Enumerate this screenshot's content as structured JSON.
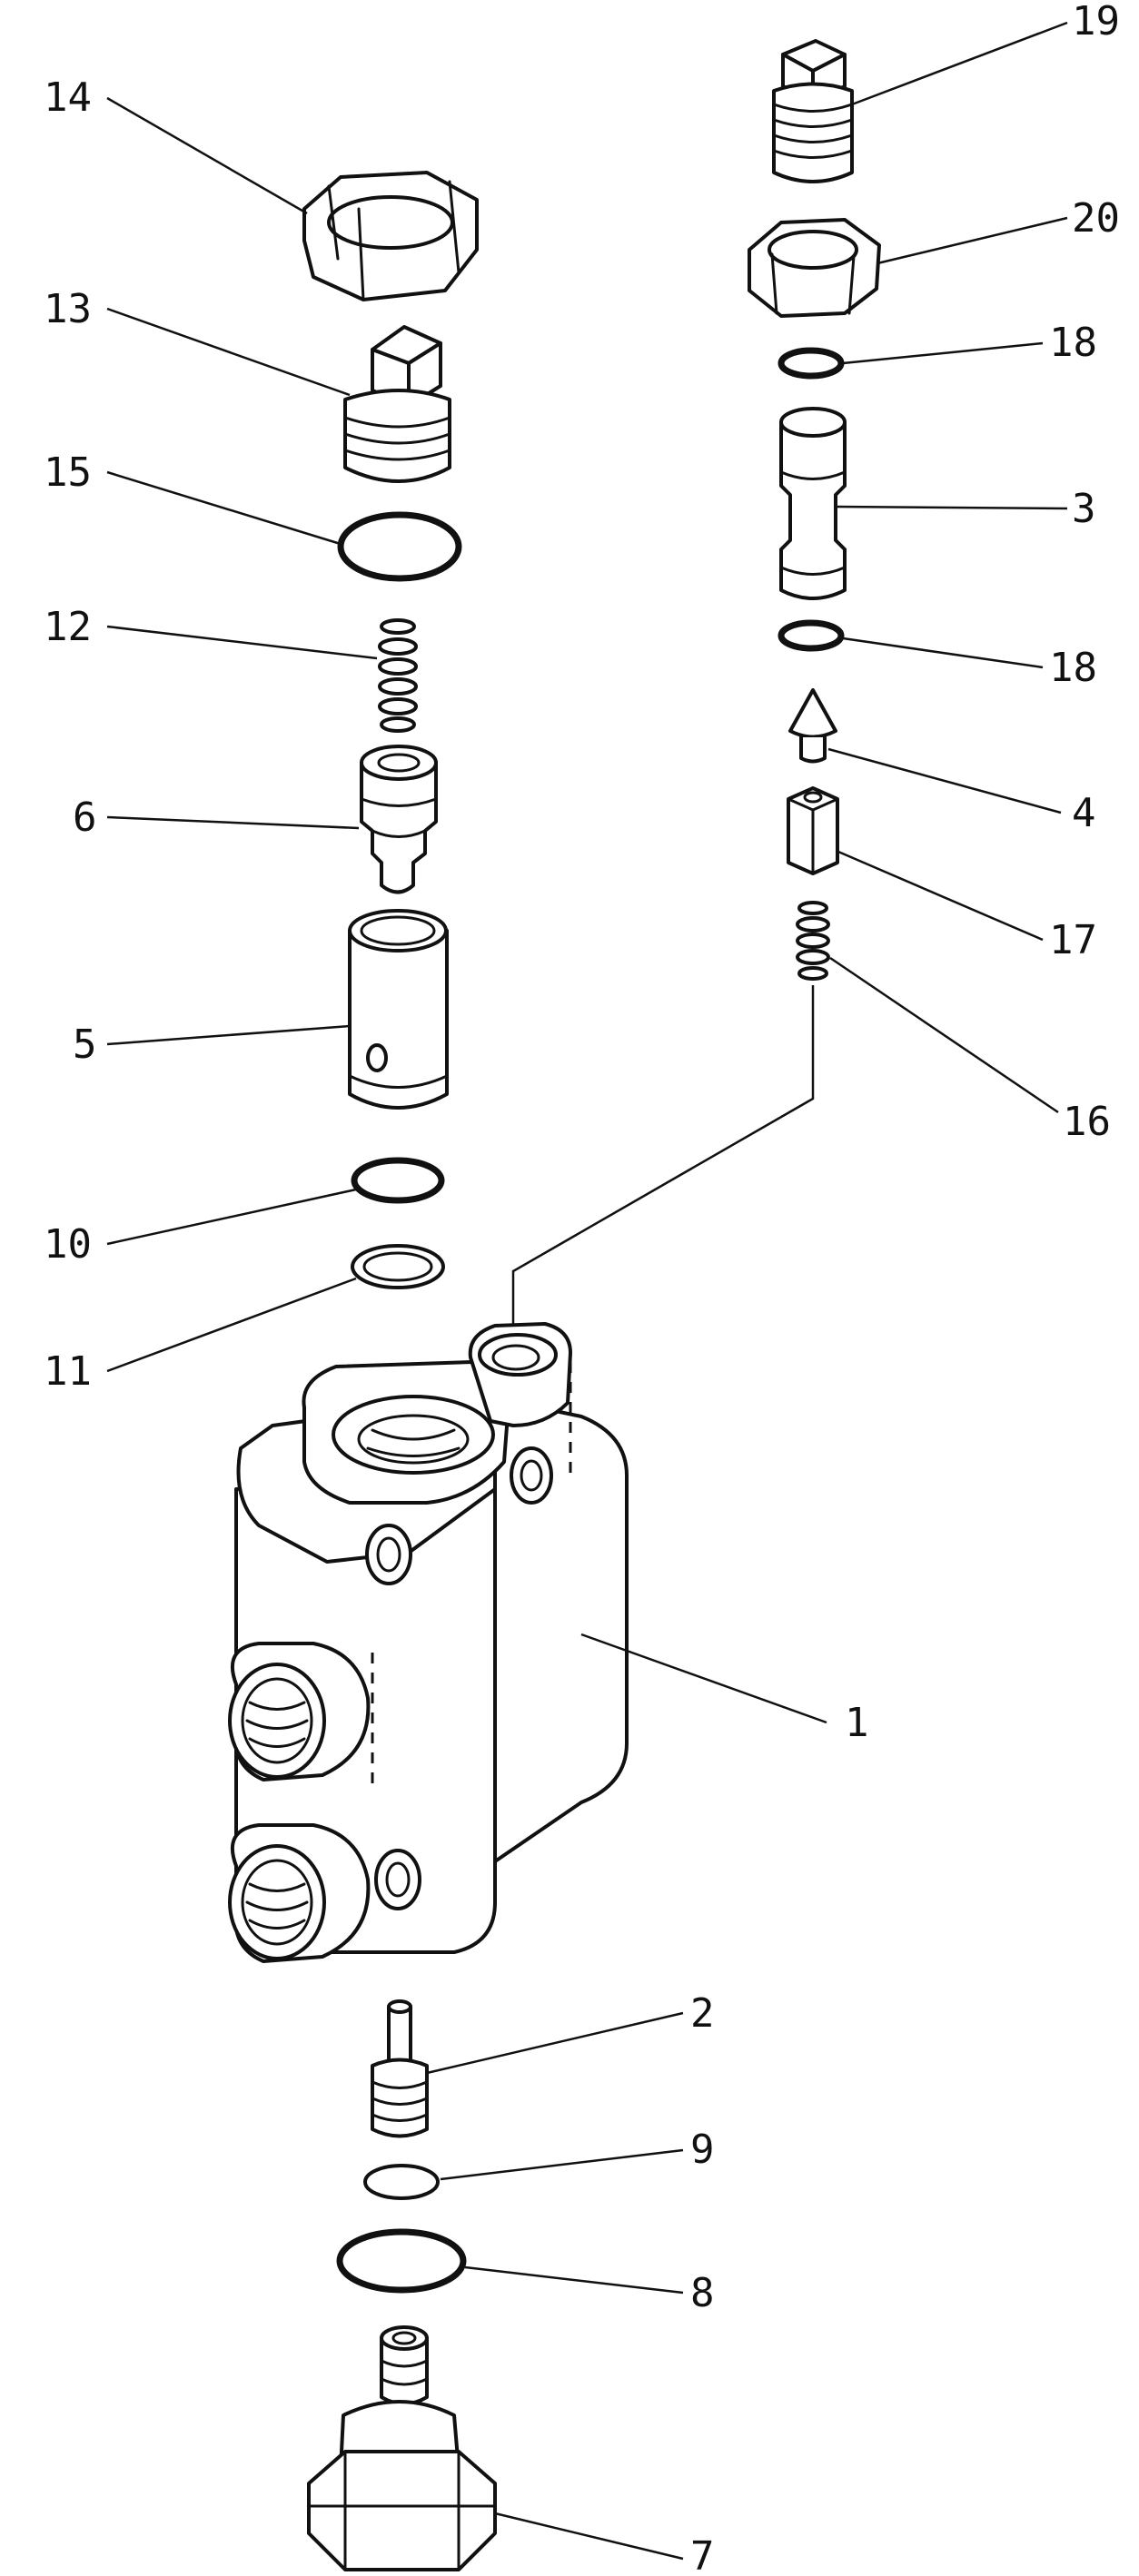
{
  "diagram": {
    "labels": {
      "p1": "1",
      "p2": "2",
      "p3": "3",
      "p4": "4",
      "p5": "5",
      "p6": "6",
      "p7": "7",
      "p8": "8",
      "p9": "9",
      "p10": "10",
      "p11": "11",
      "p12": "12",
      "p13": "13",
      "p14": "14",
      "p15": "15",
      "p16": "16",
      "p17": "17",
      "p18a": "18",
      "p18b": "18",
      "p19": "19",
      "p20": "20"
    }
  }
}
